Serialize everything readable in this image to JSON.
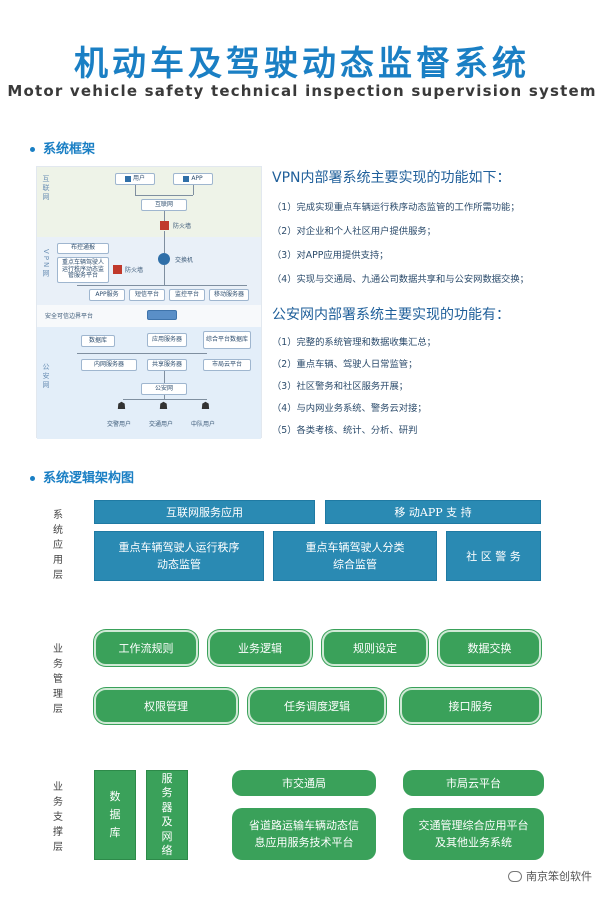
{
  "title_cn": "机动车及驾驶动态监督系统",
  "title_en": "Motor vehicle safety technical inspection supervision system",
  "section1_heading": "系统框架",
  "diagram": {
    "zone_internet": "互联网",
    "zone_vpn": "VPN网",
    "zone_border": "安全可信边界平台",
    "zone_police": "公安网",
    "users_label": "用户",
    "app_label": "APP",
    "internet_node": "互联网",
    "firewall": "防火墙",
    "switch": "交换机",
    "firewall2": "防火墙",
    "vpn_biz": "布控通报",
    "vpn_sys": "重点车辆驾驶人运行秩序动态监管服务平台",
    "vpn_nodes": [
      "APP服务",
      "短信平台",
      "监控平台",
      "移动服务器"
    ],
    "police_nodes": [
      "数据库",
      "应用服务器",
      "综合平台数据库",
      "内网服务器",
      "共享服务器",
      "市局云平台"
    ],
    "public_net": "公安网",
    "users": [
      "交警用户",
      "交通用户",
      "中队用户"
    ]
  },
  "vpn_heading": "VPN内部署系统主要实现的功能如下：",
  "vpn_items": [
    "（1）完成实现重点车辆运行秩序动态监管的工作所需功能；",
    "（2）对企业和个人社区用户提供服务；",
    "（3）对APP应用提供支持；",
    "（4）实现与交通局、九通公司数据共享和与公安网数据交换；"
  ],
  "police_heading": "公安网内部署系统主要实现的功能有：",
  "police_items": [
    "（1）完整的系统管理和数据收集汇总；",
    "（2）重点车辆、驾驶人日常监管；",
    "（3）社区警务和社区服务开展；",
    "（4）与内网业务系统、警务云对接；",
    "（5）各类考核、统计、分析、研判"
  ],
  "section2_heading": "系统逻辑架构图",
  "layer_app": "系统应用层",
  "layer_biz": "业务管理层",
  "layer_support": "业务支撑层",
  "app_blocks": {
    "internet": "互联网服务应用",
    "mobile": "移 动APP 支 持",
    "monitor": "重点车辆驾驶人运行秩序\n动态监管",
    "classify": "重点车辆驾驶人分类\n综合监管",
    "community": "社 区 警 务"
  },
  "biz_blocks": {
    "workflow": "工作流规则",
    "logic": "业务逻辑",
    "rules": "规则设定",
    "exchange": "数据交换",
    "permission": "权限管理",
    "scheduling": "任务调度逻辑",
    "interface": "接口服务"
  },
  "support_blocks": {
    "database": "数\n据\n库",
    "server": "服\n务\n器\n及\n网\n络",
    "transport_bureau": "市交通局",
    "cloud": "市局云平台",
    "road_platform": "省道路运输车辆动态信\n息应用服务技术平台",
    "traffic_platform": "交通管理综合应用平台\n及其他业务系统"
  },
  "watermark": "南京笨创软件",
  "colors": {
    "title": "#1a7fc4",
    "blue_block": "#2a8ab3",
    "green_block": "#3aa15a"
  }
}
